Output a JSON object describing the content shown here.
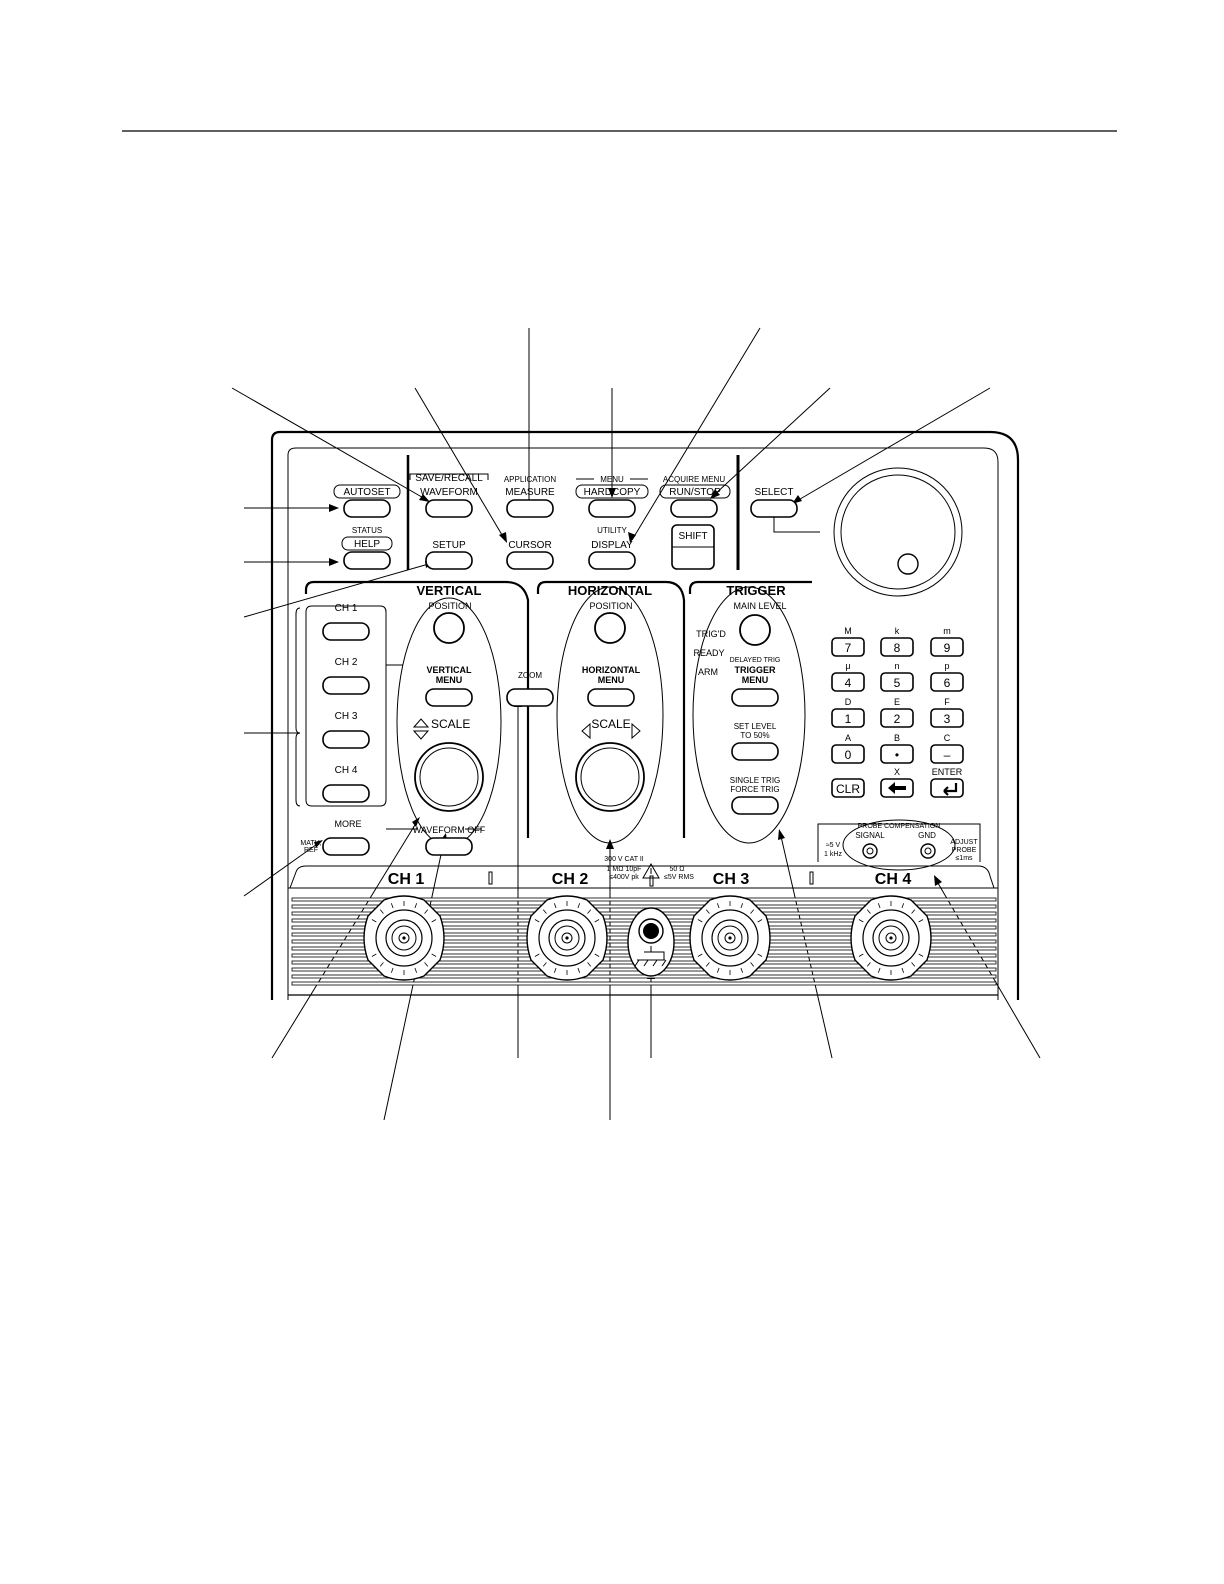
{
  "misc": {
    "autoset": "AUTOSET",
    "status": "STATUS",
    "help": "HELP"
  },
  "save_recall": {
    "title": "SAVE/RECALL",
    "waveform": "WAVEFORM",
    "setup": "SETUP"
  },
  "application": {
    "title": "APPLICATION",
    "measure": "MEASURE",
    "cursor": "CURSOR"
  },
  "menu": {
    "title": "MENU",
    "hardcopy": "HARDCOPY",
    "utility": "UTILITY",
    "display": "DISPLAY"
  },
  "acquire": {
    "title": "ACQUIRE MENU",
    "run_stop": "RUN/STOP",
    "shift": "SHIFT"
  },
  "select": {
    "label": "SELECT"
  },
  "vertical": {
    "title": "VERTICAL",
    "channels": [
      "CH 1",
      "CH 2",
      "CH 3",
      "CH 4"
    ],
    "more": "MORE",
    "math_ref": [
      "MATH,",
      "REF"
    ],
    "position": "POSITION",
    "menu": [
      "VERTICAL",
      "MENU"
    ],
    "scale": "SCALE",
    "waveform_off": "WAVEFORM OFF"
  },
  "horizontal": {
    "title": "HORIZONTAL",
    "zoom": "ZOOM",
    "position": "POSITION",
    "menu": [
      "HORIZONTAL",
      "MENU"
    ],
    "scale": "SCALE"
  },
  "trigger": {
    "title": "TRIGGER",
    "main_level": "MAIN LEVEL",
    "status": [
      "TRIG'D",
      "READY",
      "ARM"
    ],
    "delayed_trig": "DELAYED TRIG",
    "menu": [
      "TRIGGER",
      "MENU"
    ],
    "set_level": [
      "SET LEVEL",
      "TO 50%"
    ],
    "single_trig": [
      "SINGLE TRIG",
      "FORCE TRIG"
    ]
  },
  "keypad": {
    "keys": [
      {
        "sub": "M",
        "key": "7"
      },
      {
        "sub": "k",
        "key": "8"
      },
      {
        "sub": "m",
        "key": "9"
      },
      {
        "sub": "μ",
        "key": "4"
      },
      {
        "sub": "n",
        "key": "5"
      },
      {
        "sub": "p",
        "key": "6"
      },
      {
        "sub": "D",
        "key": "1"
      },
      {
        "sub": "E",
        "key": "2"
      },
      {
        "sub": "F",
        "key": "3"
      },
      {
        "sub": "A",
        "key": "0"
      },
      {
        "sub": "B",
        "key": "•"
      },
      {
        "sub": "C",
        "key": "–"
      }
    ],
    "clr": "CLR",
    "x": "X",
    "enter": "ENTER"
  },
  "probe_comp": {
    "title": "PROBE COMPENSATION",
    "signal": "SIGNAL",
    "gnd": "GND",
    "left_note": [
      "≈5 V",
      "1 kHz"
    ],
    "right_note": [
      "ADJUST",
      "PROBE",
      "≤1ms"
    ]
  },
  "inputs": {
    "labels": [
      "CH 1",
      "CH 2",
      "CH 3",
      "CH 4"
    ],
    "rating_left": [
      "300 V CAT II",
      "1 MΩ 10pF",
      "≤400V pk"
    ],
    "rating_right": [
      "50 Ω",
      "≤5V RMS"
    ]
  }
}
